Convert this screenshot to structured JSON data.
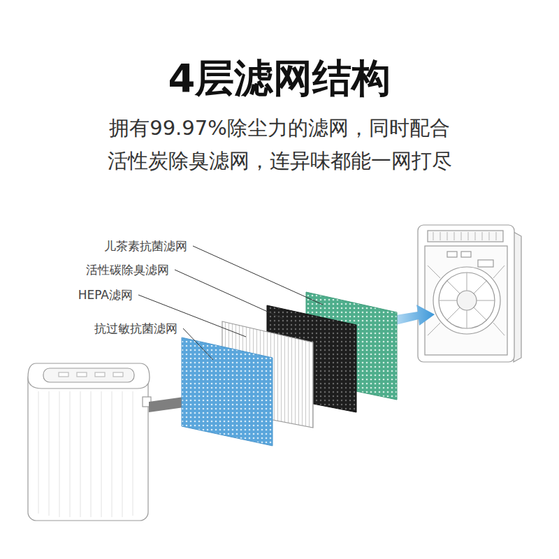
{
  "diagram": {
    "title": "4层滤网结构",
    "caption": "拥有99.97%除尘力的滤网，同时配合 活性炭除臭滤网，连异味都能一网打尽",
    "labels": [
      "儿茶素抗菌滤网",
      "活性碳除臭滤网",
      "HEPA滤网",
      "抗过敏抗菌滤网"
    ]
  }
}
